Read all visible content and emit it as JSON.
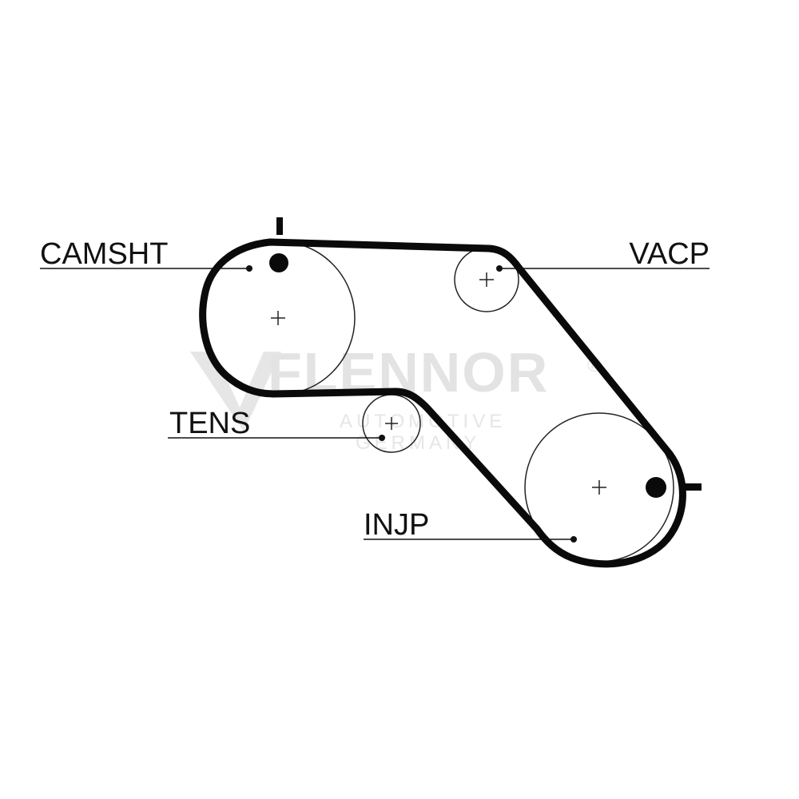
{
  "watermark": {
    "brand": "FLENNOR",
    "registered": "®",
    "line1": "AUTOMOTIVE",
    "line2": "GERMANY"
  },
  "labels": {
    "camshaft": "CAMSHT",
    "vacuum_pump": "VACP",
    "tensioner": "TENS",
    "injection_pump": "INJP"
  },
  "colors": {
    "belt": "#0a0a0a",
    "pulley_outline": "#222222",
    "watermark": "#e3e3e3"
  }
}
